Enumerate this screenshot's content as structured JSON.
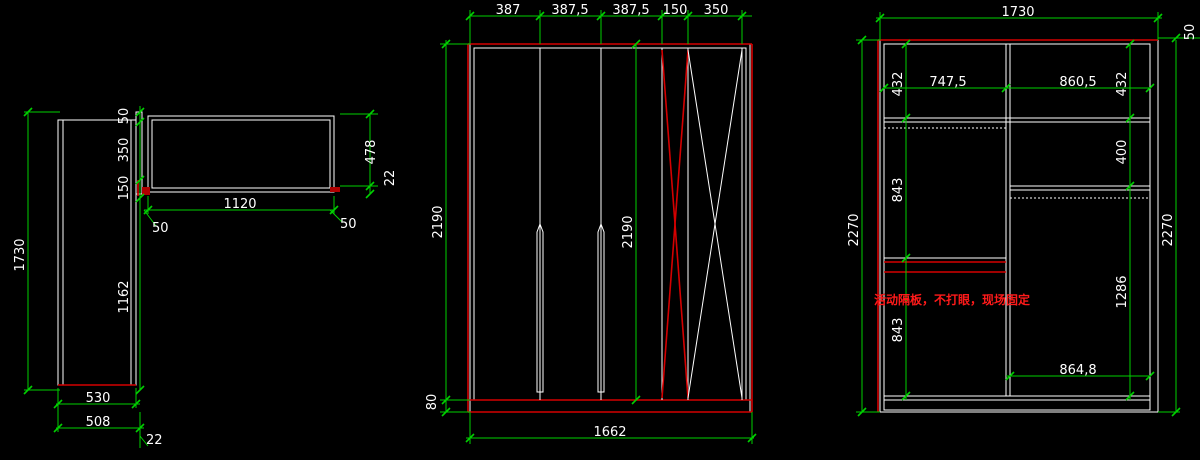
{
  "side_view": {
    "dims": {
      "total_height": "1730",
      "top_gap": "50",
      "upper_height": "350",
      "mid_height": "150",
      "lower_height": "1162",
      "base_depth": "530",
      "inner_depth": "508",
      "base_thick": "22",
      "top_len": "1120",
      "left_offset": "50",
      "right_offset": "50",
      "top_depth": "478",
      "top_thick": "22"
    }
  },
  "front_view": {
    "dims": {
      "w1": "387",
      "w2": "387,5",
      "w3": "387,5",
      "w4": "150",
      "w5": "350",
      "height_outer": "2190",
      "height_inner": "2190",
      "base": "80",
      "total_width": "1662"
    }
  },
  "interior_view": {
    "dims": {
      "total_width": "1730",
      "top_right": "50",
      "height_left": "2270",
      "height_right": "2270",
      "top_left_432": "432",
      "top_right_432": "432",
      "w_left": "747,5",
      "w_right": "860,5",
      "mid_left_843": "843",
      "mid_right_400": "400",
      "low_left_843": "843",
      "low_right_1286": "1286",
      "bottom_w": "864,8"
    },
    "note": "活动隔板，不打眼，现场固定"
  }
}
